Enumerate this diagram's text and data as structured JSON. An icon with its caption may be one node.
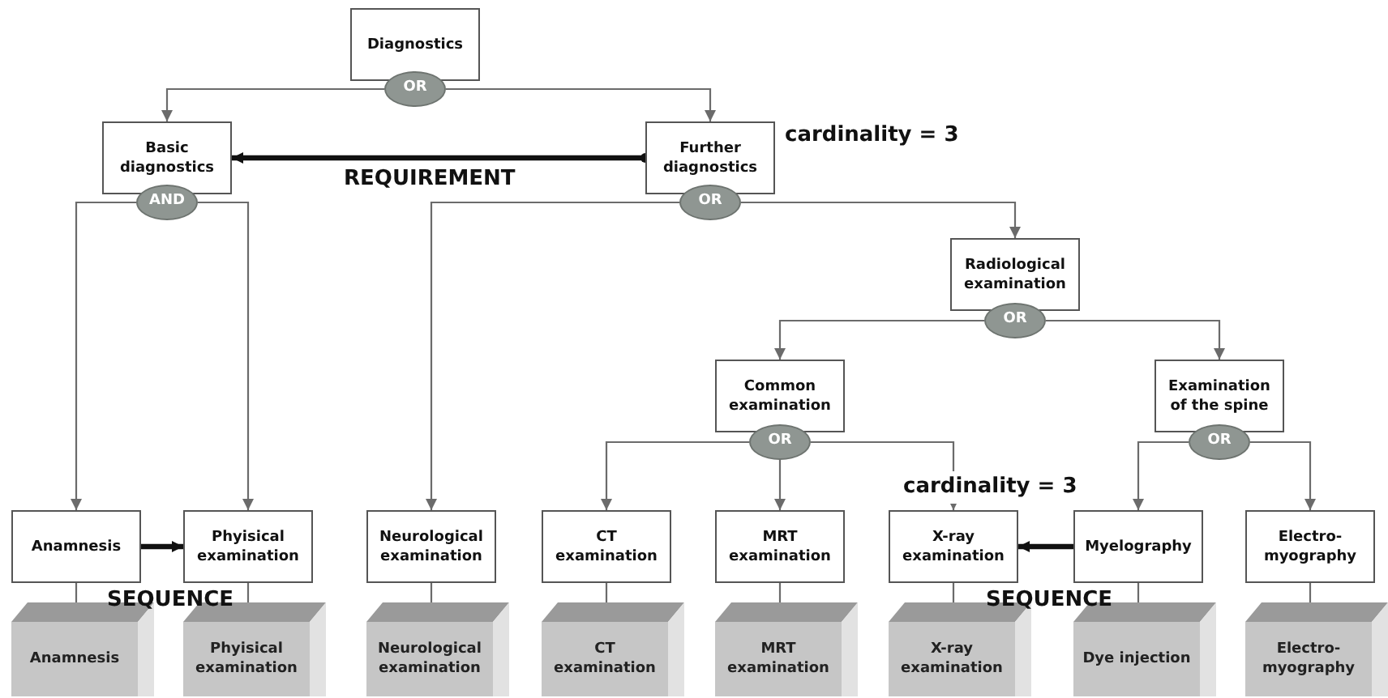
{
  "diagram": {
    "nodes": [
      {
        "text": [
          "Diagnostics"
        ]
      },
      {
        "text": [
          "OR"
        ]
      },
      {
        "text": [
          "Basic diagnostics"
        ]
      },
      {
        "text": [
          "AND"
        ]
      },
      {
        "text": [
          "Further diagnostics"
        ]
      },
      {
        "text": [
          "OR"
        ]
      },
      {
        "text": [
          "Radiological examination"
        ]
      },
      {
        "text": [
          "OR"
        ]
      },
      {
        "text": [
          "Common examination"
        ]
      },
      {
        "text": [
          "OR"
        ]
      },
      {
        "text": [
          "Examination of the spine"
        ]
      },
      {
        "text": [
          "OR"
        ]
      },
      {
        "text": [
          "Anamnesis"
        ]
      },
      {
        "text": [
          "Phyisical examination"
        ]
      },
      {
        "text": [
          "Neurological examination"
        ]
      },
      {
        "text": [
          "CT examination"
        ]
      },
      {
        "text": [
          "MRT examination"
        ]
      },
      {
        "text": [
          "X-ray examination"
        ]
      },
      {
        "text": [
          "Myelography"
        ]
      },
      {
        "text": [
          "Electro-myography"
        ]
      },
      {
        "text": [
          "Anamnesis"
        ]
      },
      {
        "text": [
          "Phyisical examination"
        ]
      },
      {
        "text": [
          "Neurological examination"
        ]
      },
      {
        "text": [
          "CT examination"
        ]
      },
      {
        "text": [
          "MRT examination"
        ]
      },
      {
        "text": [
          "X-ray examination"
        ]
      },
      {
        "text": [
          "Dye injection"
        ]
      },
      {
        "text": [
          "Electro-myography"
        ]
      }
    ],
    "edges": [
      {
        "from": 1,
        "to": 2,
        "arrow": "to"
      },
      {
        "from": 1,
        "to": 4,
        "arrow": "to"
      },
      {
        "from": 4,
        "to": 2,
        "arrow": "to",
        "label": "REQUIREMENT",
        "style": "thick",
        "color": "#111111"
      },
      {
        "from": 3,
        "to": 12,
        "arrow": "to"
      },
      {
        "from": 3,
        "to": 13,
        "arrow": "to"
      },
      {
        "from": 5,
        "to": 14,
        "arrow": "to"
      },
      {
        "from": 5,
        "to": 6,
        "arrow": "to"
      },
      {
        "from": 7,
        "to": 8,
        "arrow": "to"
      },
      {
        "from": 7,
        "to": 10,
        "arrow": "to"
      },
      {
        "from": 9,
        "to": 15,
        "arrow": "to"
      },
      {
        "from": 9,
        "to": 16,
        "arrow": "to"
      },
      {
        "from": 9,
        "to": 17,
        "arrow": "to"
      },
      {
        "from": 11,
        "to": 18,
        "arrow": "to"
      },
      {
        "from": 11,
        "to": 19,
        "arrow": "to"
      },
      {
        "from": 12,
        "to": 13,
        "arrow": "to",
        "label": "SEQUENCE",
        "style": "thick",
        "color": "#111111"
      },
      {
        "from": 18,
        "to": 17,
        "arrow": "to",
        "label": "SEQUENCE",
        "style": "thick",
        "color": "#111111"
      },
      {
        "from": 12,
        "to": 20,
        "arrow": "none"
      },
      {
        "from": 13,
        "to": 21,
        "arrow": "none"
      },
      {
        "from": 14,
        "to": 22,
        "arrow": "none"
      },
      {
        "from": 15,
        "to": 23,
        "arrow": "none"
      },
      {
        "from": 16,
        "to": 24,
        "arrow": "none"
      },
      {
        "from": 17,
        "to": 25,
        "arrow": "none"
      },
      {
        "from": 18,
        "to": 26,
        "arrow": "none"
      },
      {
        "from": 19,
        "to": 27,
        "arrow": "none"
      }
    ],
    "labels": [
      "cardinality = 3",
      "cardinality = 3"
    ]
  }
}
